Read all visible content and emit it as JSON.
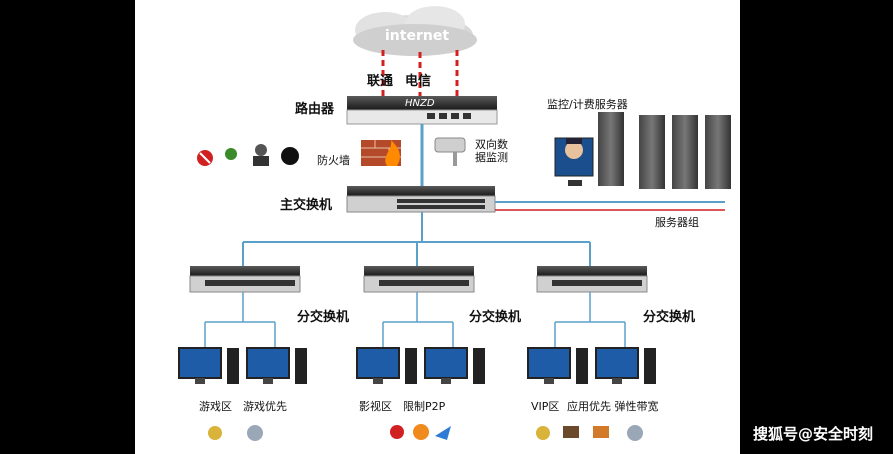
{
  "cloud_label": "internet",
  "isp_labels": [
    "联通",
    "电信"
  ],
  "router_label": "路由器",
  "router_brand": "HNZD",
  "firewall_label": "防火墙",
  "monitor_label": "双向数\n据监测",
  "server_title": "监控/计费服务器",
  "server_group_label": "服务器组",
  "main_switch_label": "主交换机",
  "sub_switch_label": "分交换机",
  "zones": [
    {
      "label": "游戏区",
      "extra": "游戏优先"
    },
    {
      "label": "影视区",
      "extra": "限制P2P"
    },
    {
      "label": "VIP区",
      "extra": "应用优先  弹性带宽"
    }
  ],
  "watermark": "搜狐号@安全时刻",
  "colors": {
    "line_blue": "#5aa0c8",
    "line_red": "#d02020"
  }
}
